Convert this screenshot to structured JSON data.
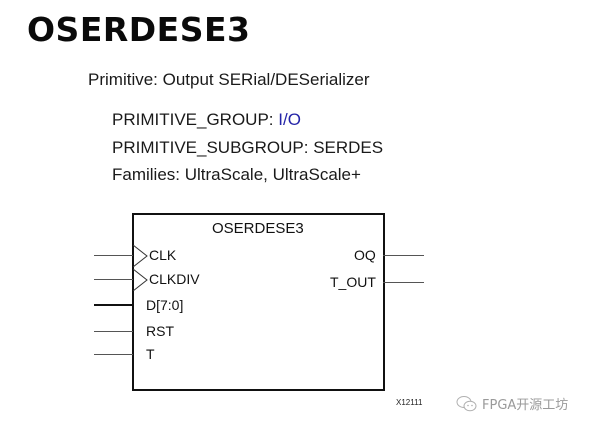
{
  "title": "OSERDESE3",
  "subtitle": "Primitive: Output SERial/DESerializer",
  "meta": {
    "group_label": "PRIMITIVE_GROUP: ",
    "group_value": "I/O",
    "subgroup": "PRIMITIVE_SUBGROUP: SERDES",
    "families": "Families: UltraScale, UltraScale+"
  },
  "colors": {
    "link": "#2424a8",
    "line": "#111111"
  },
  "symbol": {
    "name": "OSERDESE3",
    "inputs": [
      {
        "label": "CLK",
        "clock": true,
        "bus": false
      },
      {
        "label": "CLKDIV",
        "clock": true,
        "bus": false
      },
      {
        "label": "D[7:0]",
        "clock": false,
        "bus": true
      },
      {
        "label": "RST",
        "clock": false,
        "bus": false
      },
      {
        "label": "T",
        "clock": false,
        "bus": false
      }
    ],
    "outputs": [
      {
        "label": "OQ"
      },
      {
        "label": "T_OUT"
      }
    ]
  },
  "figure_id": "X12111",
  "watermark": {
    "icon": "wechat-icon",
    "text": "FPGA开源工坊"
  }
}
